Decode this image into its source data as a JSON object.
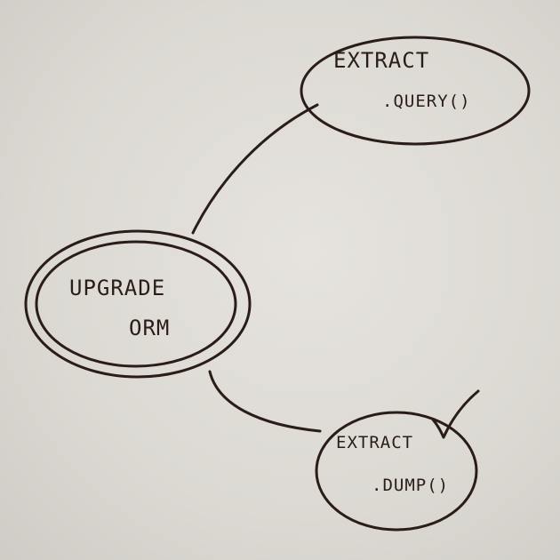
{
  "nodes": {
    "upgrade_orm": {
      "line1": "UPGRADE",
      "line2": "ORM"
    },
    "extract_query": {
      "line1": "EXTRACT",
      "line2": ".QUERY()"
    },
    "extract_dump": {
      "line1": "EXTRACT",
      "line2": ".DUMP()"
    }
  },
  "edges": [
    {
      "from": "upgrade_orm",
      "to": "extract_query"
    },
    {
      "from": "upgrade_orm",
      "to": "extract_dump"
    }
  ],
  "marks": {
    "extract_dump_checkmark": "done"
  },
  "colors": {
    "ink": "#2a1d17",
    "paper": "#dedbd6"
  }
}
